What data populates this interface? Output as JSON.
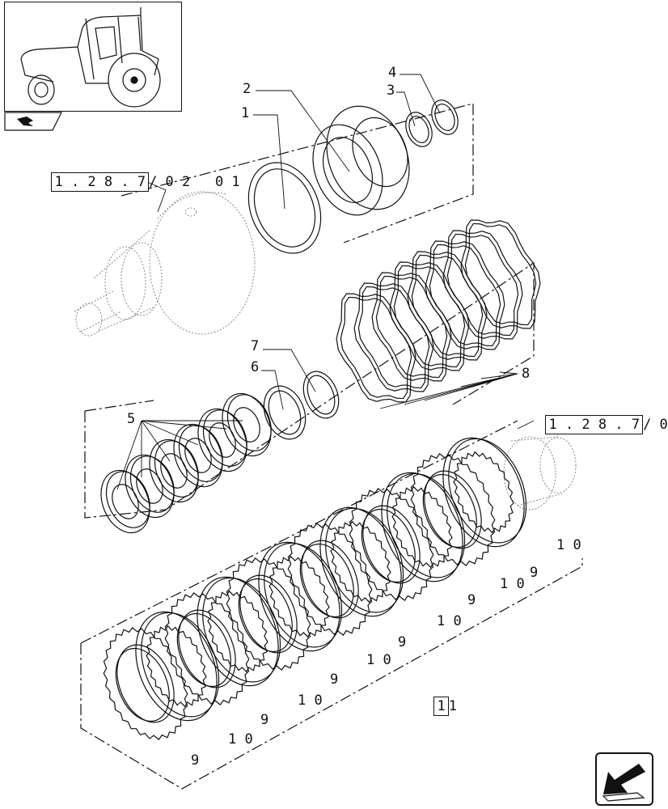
{
  "references": {
    "ref_a_box": "1 . 2 8 . 7",
    "ref_a_tail": "/ 0 2   0 1",
    "ref_b_box": "1 . 2 8 . 7",
    "ref_b_tail": "/ 0"
  },
  "callouts": {
    "c1": "1",
    "c2": "2",
    "c3": "3",
    "c4": "4",
    "c5": "5",
    "c6": "6",
    "c7": "7",
    "c8": "8",
    "c11_box": "1",
    "c11_tail": "1",
    "n10a": "1 0",
    "n9a": "9",
    "n10b": "1 0",
    "n9b": "9",
    "n10c": "1 0",
    "n9c": "9",
    "n10d": "1 0",
    "n9d": "9",
    "n10e": "1 0",
    "n9e": "9",
    "n10f": "1 0",
    "n9f": "9"
  },
  "icons": {
    "thumbnail": "tractor-thumbnail-icon",
    "tab": "section-tab-icon",
    "nav": "next-page-arrow-icon"
  }
}
